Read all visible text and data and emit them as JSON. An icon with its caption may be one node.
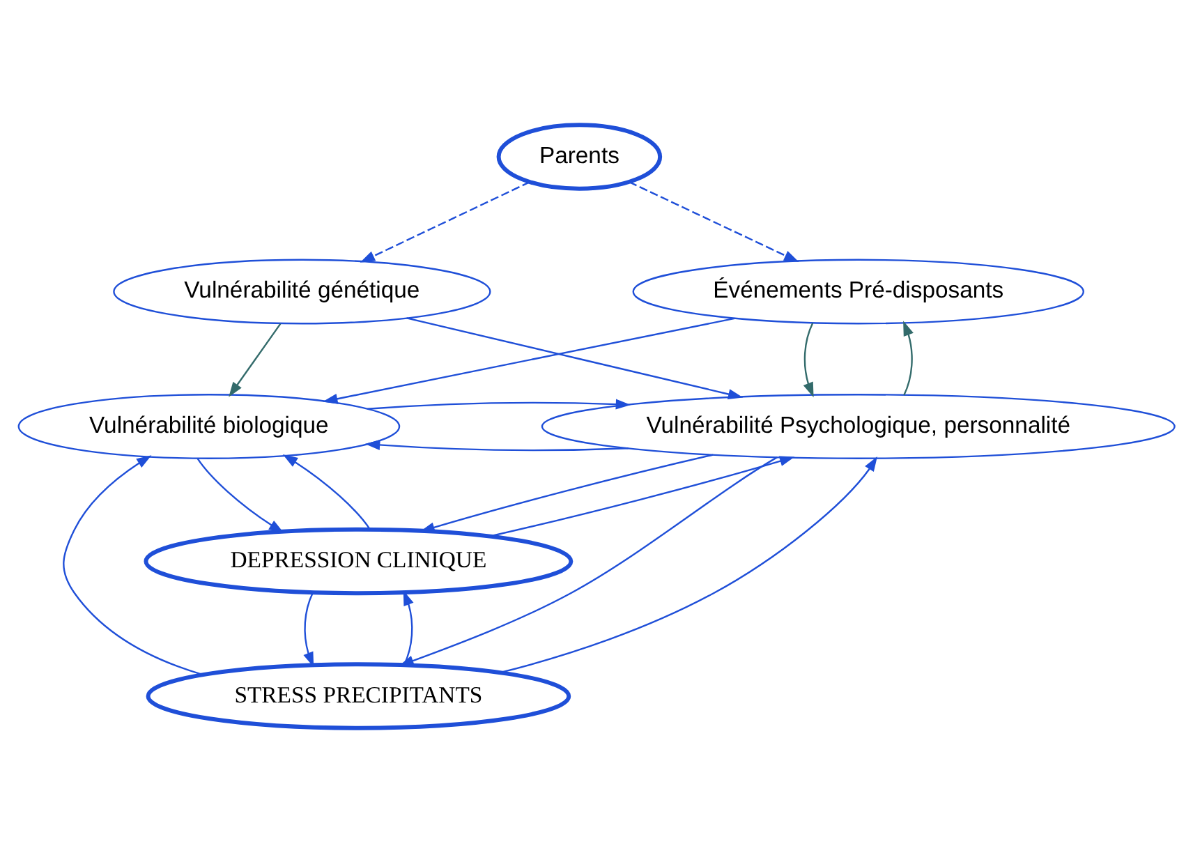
{
  "diagram": {
    "nodes": [
      {
        "text": [
          "Parents"
        ]
      },
      {
        "text": [
          "Vulnérabilité génétique"
        ]
      },
      {
        "text": [
          "Événements Pré-disposants"
        ]
      },
      {
        "text": [
          "Vulnérabilité biologique"
        ]
      },
      {
        "text": [
          "Vulnérabilité Psychologique, personnalité"
        ]
      },
      {
        "text": [
          "STRESS PRECIPITANTS"
        ]
      },
      {
        "text": [
          "DEPRESSION CLINIQUE"
        ]
      }
    ],
    "edges": [
      {
        "from": 0,
        "to": 1,
        "arrow": "to",
        "style": "dashed"
      },
      {
        "from": 0,
        "to": 2,
        "arrow": "to",
        "style": "dashed"
      },
      {
        "from": 1,
        "to": 3,
        "arrow": "to",
        "color": "#336b6b"
      },
      {
        "from": 1,
        "to": 4,
        "arrow": "to"
      },
      {
        "from": 2,
        "to": 3,
        "arrow": "to"
      },
      {
        "from": 2,
        "to": 4,
        "arrow": "to",
        "color": "#336b6b"
      },
      {
        "from": 4,
        "to": 2,
        "arrow": "to",
        "color": "#336b6b"
      },
      {
        "from": 4,
        "to": 3,
        "arrow": "to"
      },
      {
        "from": 3,
        "to": 4,
        "arrow": "to"
      },
      {
        "from": 5,
        "to": 3,
        "arrow": "to"
      },
      {
        "from": 4,
        "to": 5,
        "arrow": "to"
      },
      {
        "from": 5,
        "to": 4,
        "arrow": "to"
      },
      {
        "from": 5,
        "to": 6,
        "arrow": "to"
      },
      {
        "from": 6,
        "to": 5,
        "arrow": "to"
      },
      {
        "from": 3,
        "to": 6,
        "arrow": "to"
      },
      {
        "from": 6,
        "to": 3,
        "arrow": "to"
      },
      {
        "from": 6,
        "to": 4,
        "arrow": "to"
      },
      {
        "from": 4,
        "to": 6,
        "arrow": "to"
      }
    ]
  }
}
